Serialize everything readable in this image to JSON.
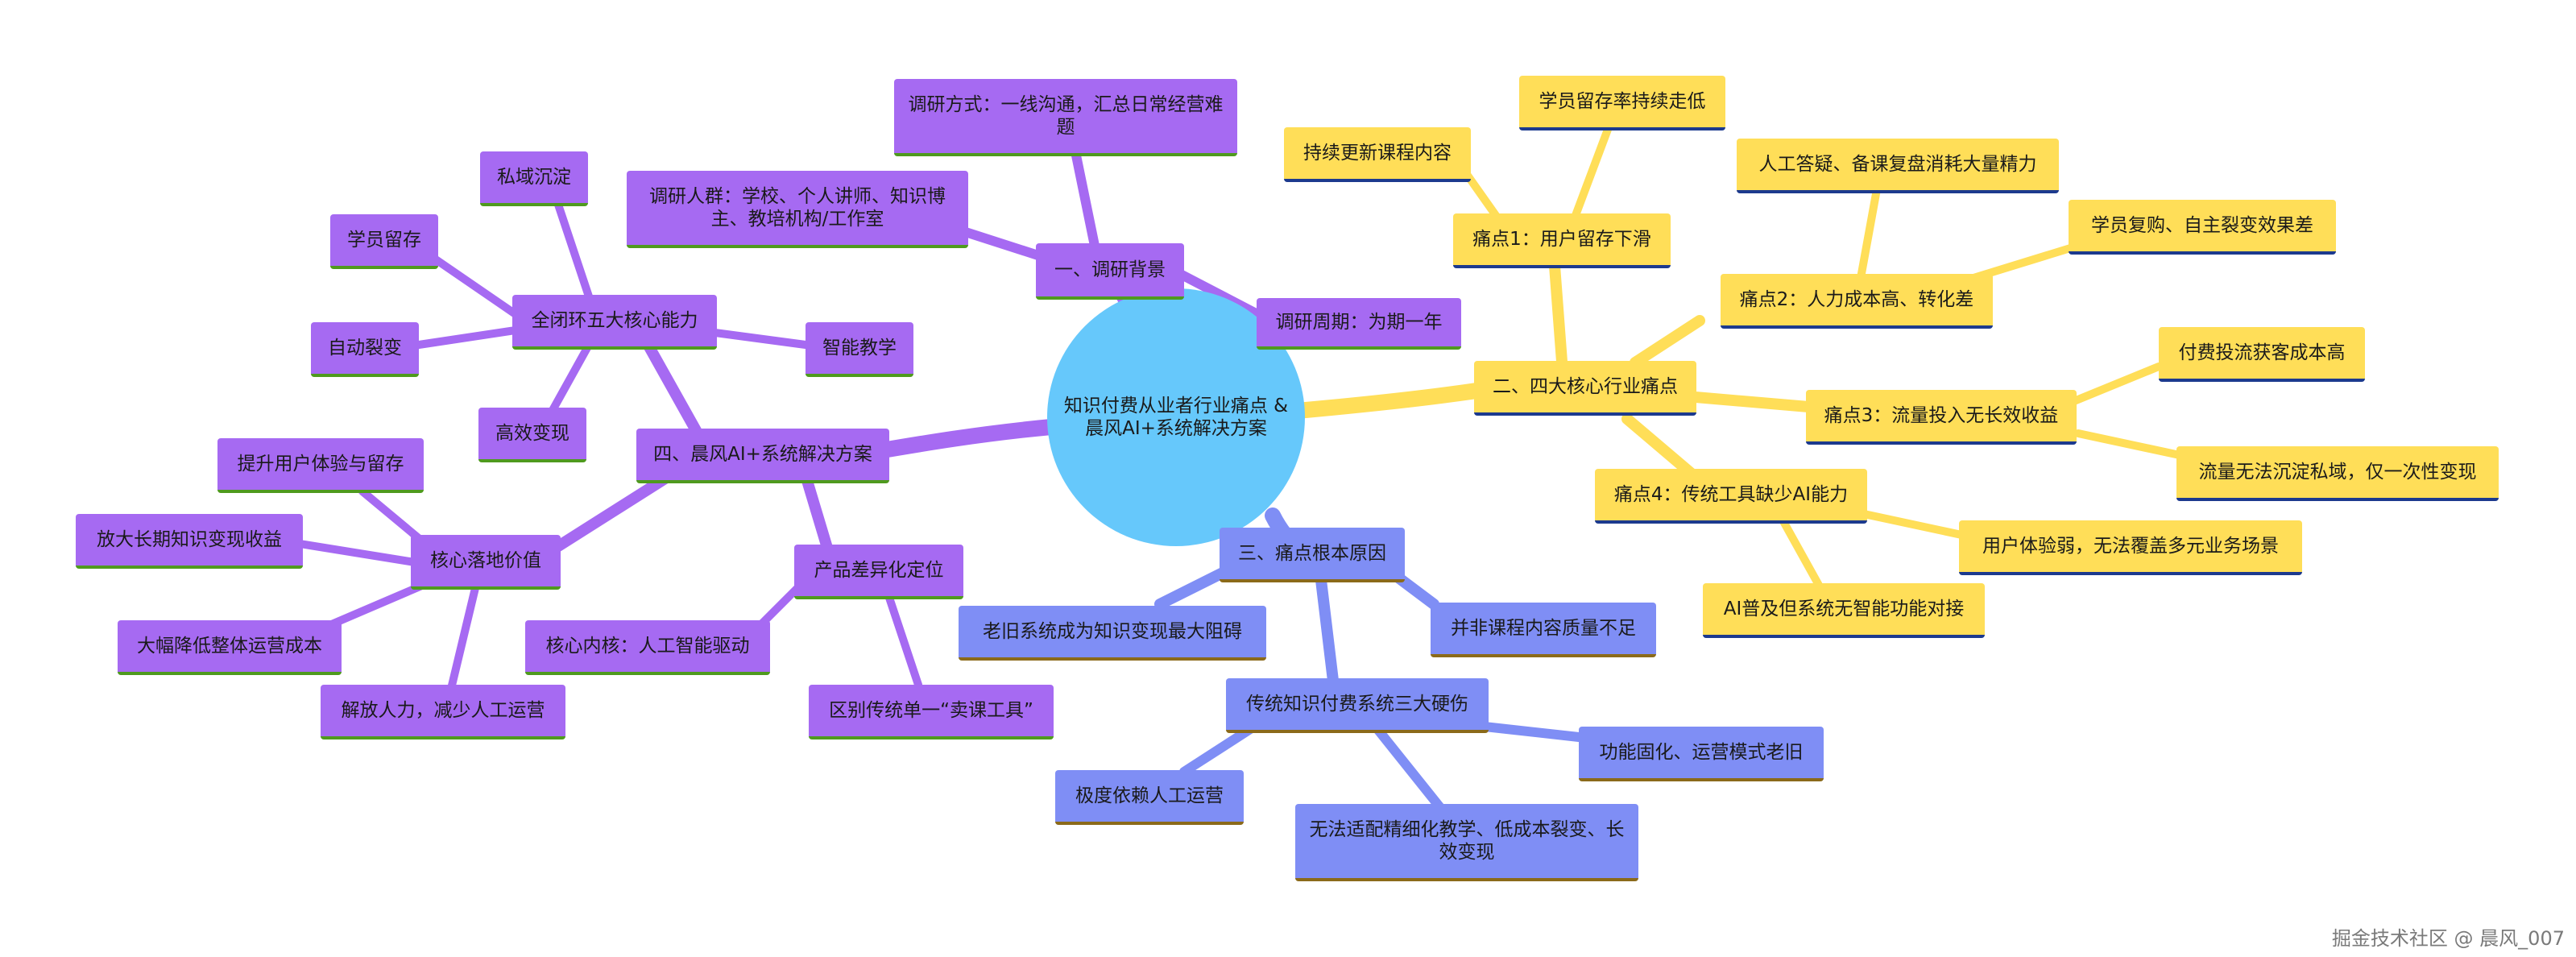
{
  "center": {
    "title": "知识付费从业者行业痛点 & 晨风AI+系统解决方案",
    "color": "#66c8fb"
  },
  "colors": {
    "purple": "#a66af2",
    "yellow": "#ffde58",
    "blue": "#7f8ef5"
  },
  "branches": {
    "b1": {
      "label": "一、调研背景",
      "children": {
        "method": "调研方式：一线沟通，汇总日常经营难题",
        "people": "调研人群：学校、个人讲师、知识博主、教培机构/工作室",
        "period": "调研周期：为期一年"
      }
    },
    "b2": {
      "label": "二、四大核心行业痛点",
      "p1": {
        "label": "痛点1：用户留存下滑",
        "c1": "持续更新课程内容",
        "c2": "学员留存率持续走低"
      },
      "p2": {
        "label": "痛点2：人力成本高、转化差",
        "c1": "人工答疑、备课复盘消耗大量精力",
        "c2": "学员复购、自主裂变效果差"
      },
      "p3": {
        "label": "痛点3：流量投入无长效收益",
        "c1": "付费投流获客成本高",
        "c2": "流量无法沉淀私域，仅一次性变现"
      },
      "p4": {
        "label": "痛点4：传统工具缺少AI能力",
        "c1": "用户体验弱，无法覆盖多元业务场景",
        "c2": "AI普及但系统无智能功能对接"
      }
    },
    "b3": {
      "label": "三、痛点根本原因",
      "c1": "老旧系统成为知识变现最大阻碍",
      "c2": "并非课程内容质量不足",
      "flaws": {
        "label": "传统知识付费系统三大硬伤",
        "c1": "功能固化、运营模式老旧",
        "c2": "极度依赖人工运营",
        "c3": "无法适配精细化教学、低成本裂变、长效变现"
      }
    },
    "b4": {
      "label": "四、晨风AI+系统解决方案",
      "five": {
        "label": "全闭环五大核心能力",
        "c1": "私域沉淀",
        "c2": "学员留存",
        "c3": "自动裂变",
        "c4": "高效变现",
        "c5": "智能教学"
      },
      "value": {
        "label": "核心落地价值",
        "c1": "提升用户体验与留存",
        "c2": "放大长期知识变现收益",
        "c3": "大幅降低整体运营成本",
        "c4": "解放人力，减少人工运营"
      },
      "position": {
        "label": "产品差异化定位",
        "c1": "核心内核：人工智能驱动",
        "c2": "区别传统单一“卖课工具”"
      }
    }
  },
  "watermark": "掘金技术社区 @ 晨风_007"
}
